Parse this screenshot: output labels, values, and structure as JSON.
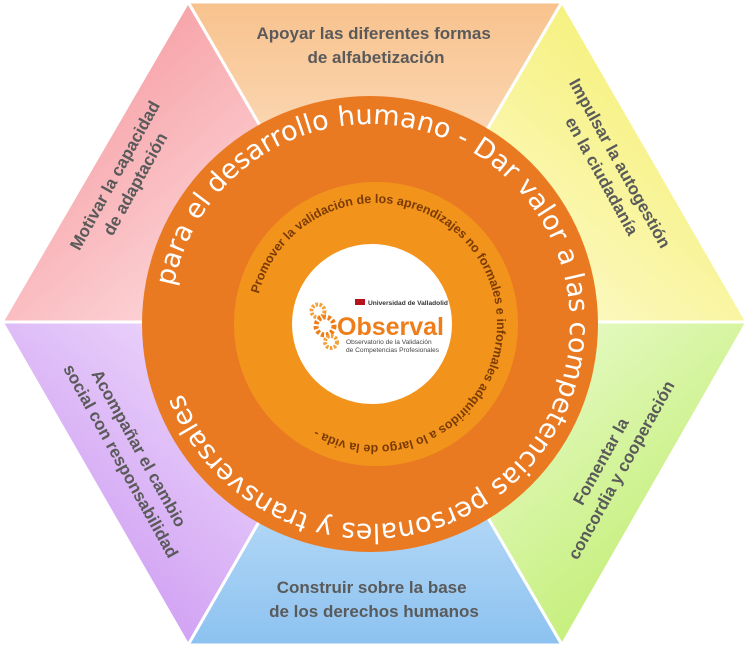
{
  "segments": [
    {
      "id": "top",
      "lines": [
        "Apoyar las diferentes formas",
        "de alfabetización"
      ],
      "color": "#fbd2a8"
    },
    {
      "id": "top-right",
      "lines": [
        "Impulsar la autogestión",
        "en la ciudadanía"
      ],
      "color": "#f6f28a"
    },
    {
      "id": "bottom-right",
      "lines": [
        "Fomentar la",
        "concordia y cooperación"
      ],
      "color": "#cdf08e"
    },
    {
      "id": "bottom",
      "lines": [
        "Construir sobre la base",
        "de los derechos humanos"
      ],
      "color": "#a9d2f3"
    },
    {
      "id": "bottom-left",
      "lines": [
        "Acompañar el cambio",
        "social con responsabilidad"
      ],
      "color": "#d6a9f3"
    },
    {
      "id": "top-left",
      "lines": [
        "Motivar la capacidad",
        "de adaptación"
      ],
      "color": "#f7a1a6"
    }
  ],
  "rings": {
    "outer_text": "para el desarrollo humano - Dar valor a las competencias personales y transversales",
    "inner_text": "Promover la validación de los aprendizajes no formales e informales adquiridos a lo largo de la vida -",
    "outer_color": "#ea7a22",
    "inner_color": "#f2941b"
  },
  "logo": {
    "name": "Observal",
    "subtitle_lines": [
      "Observatorio de la Validación",
      "de Competencias Profesionales"
    ],
    "university": "Universidad de Valladolid",
    "accent": "#ee7d1a"
  }
}
